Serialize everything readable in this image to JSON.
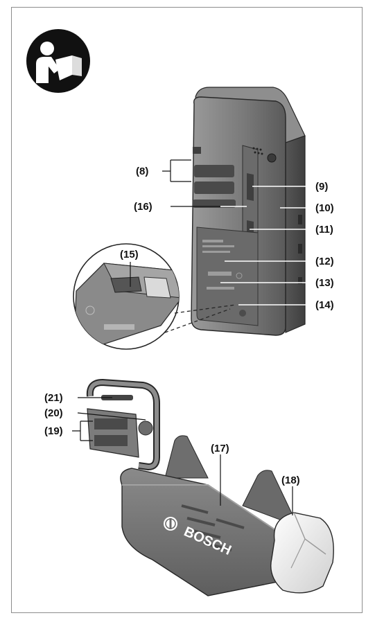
{
  "figure": {
    "callouts": {
      "c8": "(8)",
      "c9": "(9)",
      "c10": "(10)",
      "c11": "(11)",
      "c12": "(12)",
      "c13": "(13)",
      "c14": "(14)",
      "c15": "(15)",
      "c16": "(16)",
      "c17": "(17)",
      "c18": "(18)",
      "c19": "(19)",
      "c20": "(20)",
      "c21": "(21)"
    },
    "brand_label": "BOSCH",
    "icons": {
      "manual": "read-manual-icon",
      "logo": "bosch-armature-icon"
    },
    "colors": {
      "housing": "#7d7d7d",
      "housing_dark": "#4f4f4f",
      "cap": "#e8e8e8",
      "outline": "#262626"
    }
  }
}
